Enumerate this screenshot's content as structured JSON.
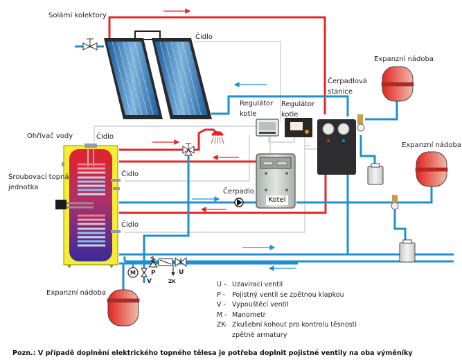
{
  "diagram": {
    "title": "Schéma zapojení solárního ohřevu vody s kotlem",
    "colors": {
      "hot_pipe": "#e2262b",
      "cold_pipe": "#1e8fd0",
      "signal_wire": "#c8c8c8",
      "tank_jacket": "#f5ef33",
      "expansion_vessel": "#e03a2c",
      "pump_station": "#2d2d2f"
    },
    "labels": {
      "solar_collectors": "Solární kolektory",
      "sensor_collector": "Čidlo",
      "expansion_vessel_top": "Expanzní nádoba",
      "pump_station": "Čerpadlová stanice",
      "pump_station_line1": "Čerpadlová",
      "pump_station_line2": "stanice",
      "boiler_regulator_1_line1": "Regulátor",
      "boiler_regulator_1_line2": "kotle",
      "boiler_regulator_2_line1": "Regulátor",
      "boiler_regulator_2_line2": "kotle",
      "water_heater": "Ohřívač vody",
      "sensor_tank_top": "Čidlo",
      "sensor_tank_mid": "Čidlo",
      "sensor_tank_low": "Čidlo",
      "heating_unit_line1": "Šroubovací  topná",
      "heating_unit_line2": "jednotka",
      "pump": "Čerpadlo",
      "boiler": "Kotel",
      "expansion_vessel_right": "Expanzní nádoba",
      "expansion_vessel_bottom": "Expanzní nádoba",
      "valve_M": "M",
      "valve_V": "V",
      "valve_P": "P",
      "valve_ZK": "ZK",
      "valve_U": "U"
    },
    "legend": [
      {
        "key": "U  -",
        "text": "Uzavírací ventil"
      },
      {
        "key": "P  -",
        "text": "Pojistný ventil se zpětnou klapkou"
      },
      {
        "key": "V  -",
        "text": "Vypouštěcí ventil"
      },
      {
        "key": "M -",
        "text": "Manometr"
      },
      {
        "key": "ZK-",
        "text": "Zkušební kohout pro kontrolu těsnosti"
      },
      {
        "key": "",
        "text": "zpětné armatury"
      }
    ],
    "note": "Pozn.: V případě doplnění elektrického topného tělesa je potřeba doplnit pojistné ventily na oba výměníky"
  }
}
